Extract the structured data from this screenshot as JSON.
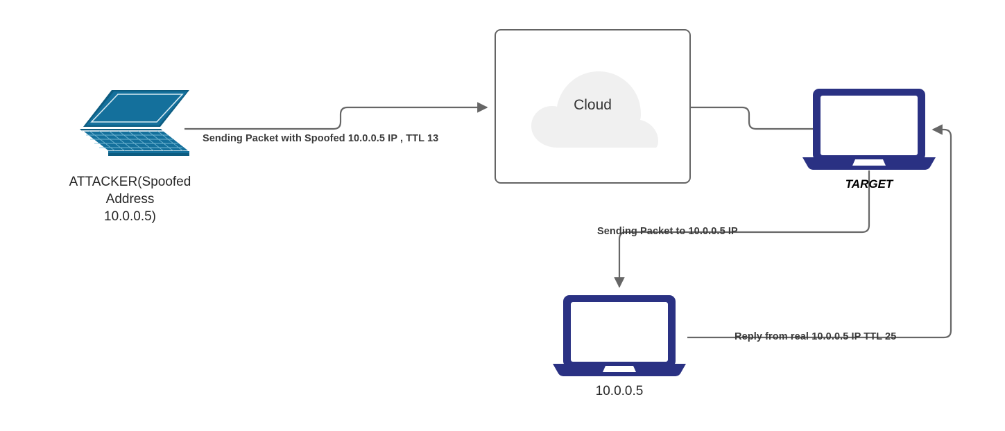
{
  "diagram": {
    "title": "IP Spoofing / TTL reflection network diagram",
    "background": "#ffffff",
    "colors": {
      "attacker_icon": "#14709c",
      "attacker_icon_dark": "#0d5c80",
      "laptop_navy": "#2a3183",
      "cloud_fill": "#f0f0f0",
      "box_border": "#646464",
      "wire": "#666666",
      "label_text": "#3a3a3a"
    }
  },
  "nodes": {
    "attacker": {
      "icon": "laptop-isometric-icon",
      "label_lines": [
        "ATTACKER(Spoofed",
        "Address",
        "10.0.0.5)"
      ],
      "label": "ATTACKER(Spoofed\nAddress\n10.0.0.5)"
    },
    "cloud": {
      "icon": "cloud-icon",
      "label": "Cloud"
    },
    "target": {
      "icon": "laptop-icon",
      "label": "TARGET"
    },
    "victim": {
      "icon": "laptop-icon",
      "label": "10.0.0.5"
    }
  },
  "edges": [
    {
      "id": "attacker-to-cloud",
      "from": "attacker",
      "to": "cloud",
      "label": "Sending Packet with Spoofed 10.0.0.5 IP , TTL 13",
      "arrow": "end"
    },
    {
      "id": "cloud-to-target",
      "from": "cloud",
      "to": "target",
      "label": "",
      "arrow": "none"
    },
    {
      "id": "target-to-victim",
      "from": "target",
      "to": "victim",
      "label": "Sending Packet to 10.0.0.5 IP",
      "arrow": "end"
    },
    {
      "id": "victim-to-target",
      "from": "victim",
      "to": "target",
      "label": "Reply from real 10.0.0.5 IP TTL 25",
      "arrow": "end"
    }
  ]
}
